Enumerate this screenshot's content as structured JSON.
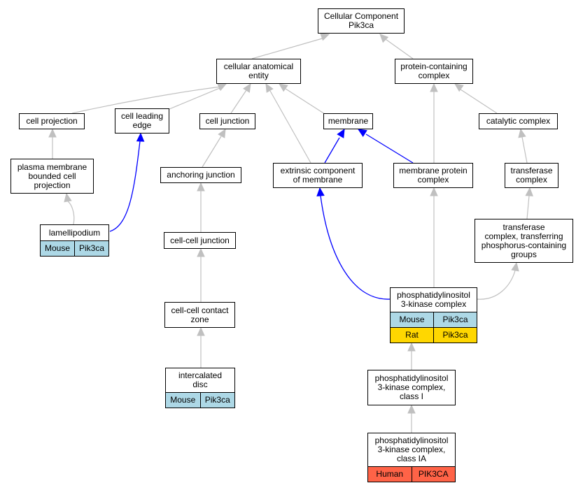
{
  "colors": {
    "gray_edge": "#c0c0c0",
    "blue_edge": "#0000ff",
    "mouse": "#add8e6",
    "rat": "#ffd700",
    "human": "#ff6347"
  },
  "nodes": {
    "root": {
      "label": "Cellular Component\nPik3ca"
    },
    "cae": {
      "label": "cellular anatomical\nentity"
    },
    "pcc": {
      "label": "protein-containing\ncomplex"
    },
    "cproj": {
      "label": "cell projection"
    },
    "cle": {
      "label": "cell leading\nedge"
    },
    "cj": {
      "label": "cell junction"
    },
    "mem": {
      "label": "membrane"
    },
    "cat": {
      "label": "catalytic complex"
    },
    "pmbcp": {
      "label": "plasma membrane\nbounded cell\nprojection"
    },
    "aj": {
      "label": "anchoring junction"
    },
    "ecm": {
      "label": "extrinsic component\nof membrane"
    },
    "mpc": {
      "label": "membrane protein\ncomplex"
    },
    "trans": {
      "label": "transferase\ncomplex"
    },
    "lam": {
      "label": "lamellipodium",
      "rows": [
        [
          "Mouse",
          "Pik3ca"
        ]
      ]
    },
    "ccj": {
      "label": "cell-cell junction"
    },
    "tcp": {
      "label": "transferase\ncomplex, transferring\nphosphorus-containing\ngroups"
    },
    "pi3k": {
      "label": "phosphatidylinositol\n3-kinase complex",
      "rows": [
        [
          "Mouse",
          "Pik3ca"
        ],
        [
          "Rat",
          "Pik3ca"
        ]
      ]
    },
    "cccz": {
      "label": "cell-cell contact\nzone"
    },
    "idisc": {
      "label": "intercalated\ndisc",
      "rows": [
        [
          "Mouse",
          "Pik3ca"
        ]
      ]
    },
    "pi3k1": {
      "label": "phosphatidylinositol\n3-kinase complex,\nclass I"
    },
    "pi3k1a": {
      "label": "phosphatidylinositol\n3-kinase complex,\nclass IA",
      "rows": [
        [
          "Human",
          "PIK3CA"
        ]
      ]
    }
  }
}
